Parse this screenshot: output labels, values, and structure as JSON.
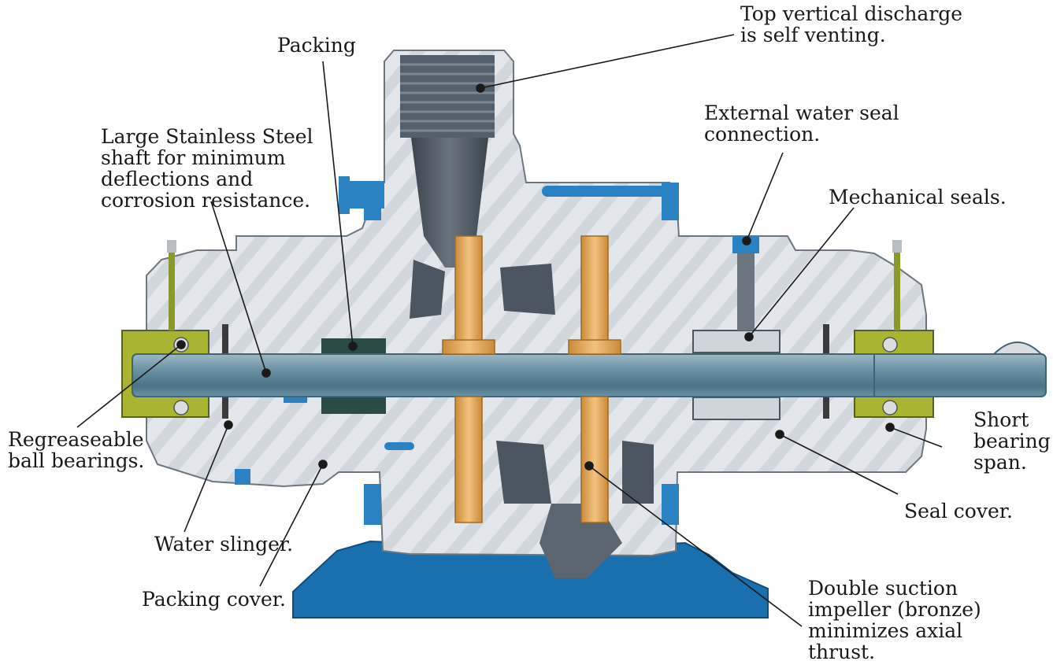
{
  "labels": {
    "packing": [
      "Packing"
    ],
    "top_discharge": [
      "Top vertical discharge",
      "is self venting."
    ],
    "large_shaft": [
      "Large Stainless Steel",
      "shaft for minimum",
      "deflections and",
      "corrosion resistance."
    ],
    "water_seal": [
      "External water seal",
      "connection."
    ],
    "mech_seals": [
      "Mechanical seals."
    ],
    "bearings": [
      "Regreaseable",
      "ball bearings."
    ],
    "bearing_span": [
      "Short",
      "bearing",
      "span."
    ],
    "slinger": [
      "Water slinger."
    ],
    "packing_cover": [
      "Packing cover."
    ],
    "seal_cover": [
      "Seal cover."
    ],
    "impeller": [
      "Double suction",
      "impeller (bronze)",
      "minimizes axial",
      "thrust."
    ]
  },
  "colors": {
    "casing_light": "#e3e6ea",
    "casing_stripe": "#d2d7dd",
    "casing_outline": "#6e7780",
    "shaft": "#5f8597",
    "shaft_dark": "#3f6475",
    "base_blue": "#1a6fae",
    "blue_parts": "#2b82c2",
    "impeller_bronze": "#e8b266",
    "dark_metal": "#4c5660",
    "packing_green": "#2b4b45",
    "bearing_olive": "#a8b432",
    "leader": "#1a1a1a"
  }
}
